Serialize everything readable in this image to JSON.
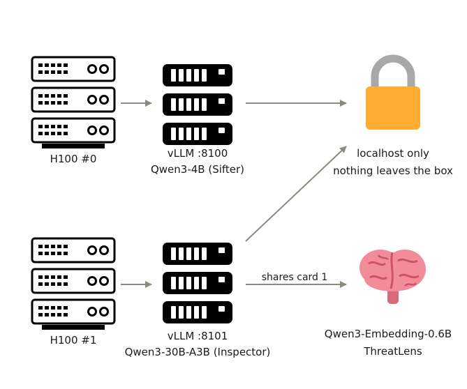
{
  "gpus": [
    {
      "label": "H100 #0"
    },
    {
      "label": "H100 #1"
    }
  ],
  "servers": [
    {
      "port": "vLLM :8100",
      "model": "Qwen3-4B (Sifter)"
    },
    {
      "port": "vLLM :8101",
      "model": "Qwen3-30B-A3B (Inspector)"
    }
  ],
  "lock": {
    "line1": "localhost only",
    "line2": "nothing leaves the box"
  },
  "embedding": {
    "line1": "Qwen3-Embedding-0.6B",
    "line2": "ThreatLens"
  },
  "edges": {
    "shared_label": "shares card 1"
  },
  "colors": {
    "lock_body": "#FFAD33",
    "lock_shackle": "#A8A8A8",
    "brain": "#F28B9A",
    "arrow": "#8A8A80",
    "ink": "#000000"
  },
  "icons": {
    "gpu": "server-rack-icon",
    "vllm": "server-stack-icon",
    "lock": "padlock-icon",
    "embedding": "brain-icon"
  }
}
